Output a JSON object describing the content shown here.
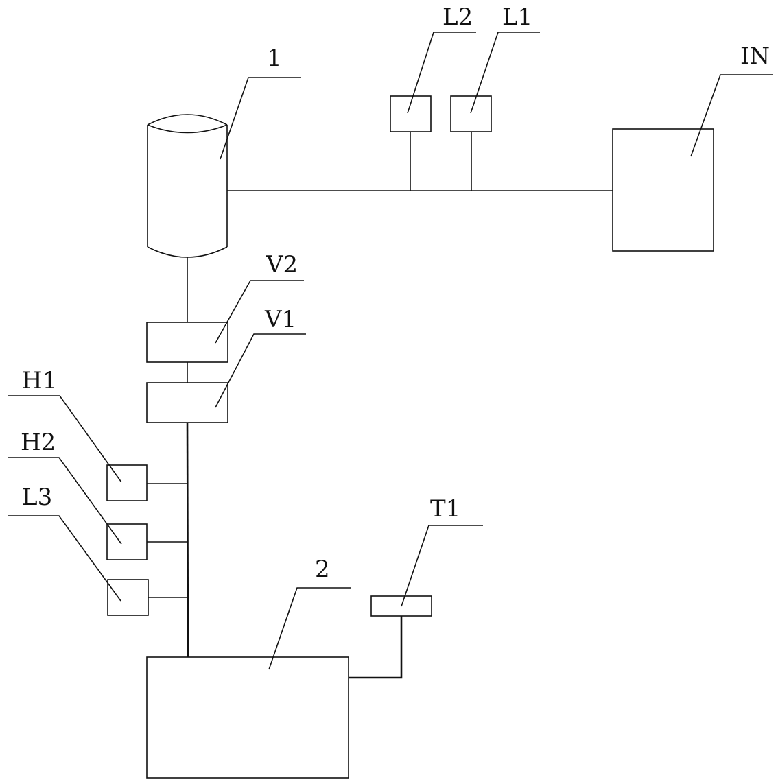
{
  "labels": {
    "tank_1": "1",
    "tank_2": "2",
    "l1": "L1",
    "l2": "L2",
    "l3": "L3",
    "in": "IN",
    "v1": "V1",
    "v2": "V2",
    "h1": "H1",
    "h2": "H2",
    "t1": "T1"
  }
}
